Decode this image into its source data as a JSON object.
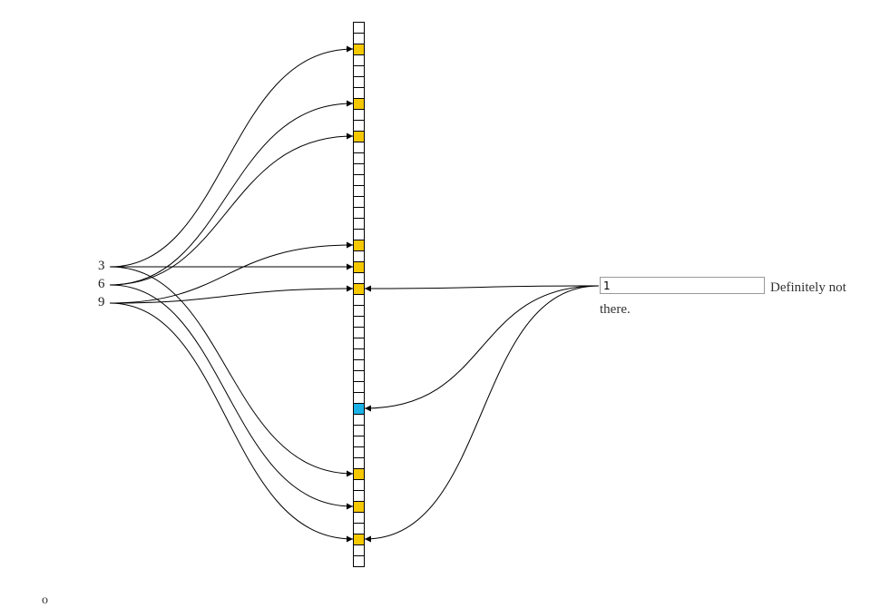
{
  "bloom": {
    "bit_count": 50,
    "set_bits": [
      2,
      7,
      10,
      20,
      22,
      24,
      41,
      44,
      47
    ],
    "query_bits": [
      24,
      35,
      47
    ],
    "colors": {
      "set": "#f5c800",
      "query_only": "#1ab2e6",
      "empty": "#ffffff",
      "stroke": "#000000"
    }
  },
  "keys": [
    {
      "label": "3",
      "bits": [
        2,
        22,
        41
      ]
    },
    {
      "label": "6",
      "bits": [
        7,
        10,
        44
      ]
    },
    {
      "label": "9",
      "bits": [
        20,
        24,
        47
      ]
    }
  ],
  "query": {
    "value": "1",
    "bits": [
      24,
      35,
      47
    ],
    "result": "Definitely not there."
  },
  "stray_mark": "o"
}
